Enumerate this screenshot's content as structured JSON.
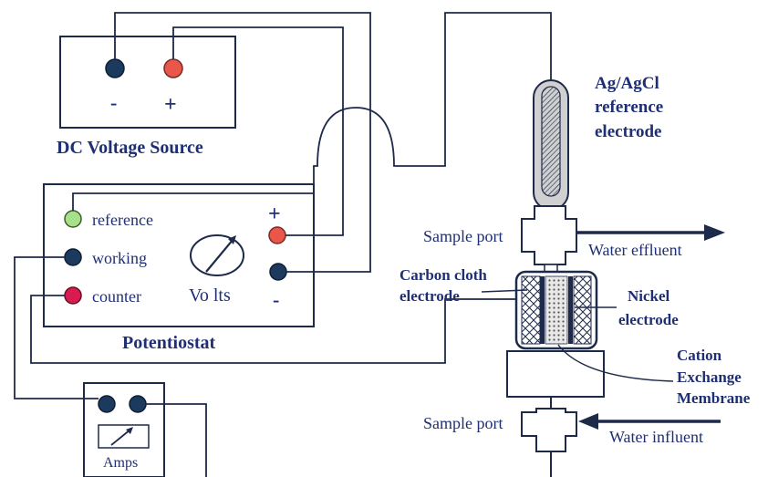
{
  "dc_source": {
    "title": "DC Voltage Source",
    "minus_label": "-",
    "plus_label": "+"
  },
  "potentiostat": {
    "title": "Potentiostat",
    "terminals": {
      "reference": "reference",
      "working": "working",
      "counter": "counter"
    },
    "meter_label": "Vo lts",
    "plus_label": "+",
    "minus_label": "-"
  },
  "ammeter": {
    "label": "Amps"
  },
  "cell_labels": {
    "reference_electrode": [
      "Ag/AgCl",
      "reference",
      "electrode"
    ],
    "sample_port_top": "Sample port",
    "water_effluent": "Water effluent",
    "carbon_cloth": [
      "Carbon cloth",
      "electrode"
    ],
    "nickel": [
      "Nickel",
      "electrode"
    ],
    "membrane": [
      "Cation",
      "Exchange",
      "Membrane"
    ],
    "sample_port_bottom": "Sample port",
    "water_influent": "Water influent"
  },
  "colors": {
    "line": "#1e2a4a",
    "dark_node": "#1c3a5e",
    "red_node": "#e8574a",
    "green_node": "#a6e08a",
    "crimson_node": "#d81b50",
    "label_blue": "#1f2f75",
    "gray_fill": "#c8c8c8"
  }
}
